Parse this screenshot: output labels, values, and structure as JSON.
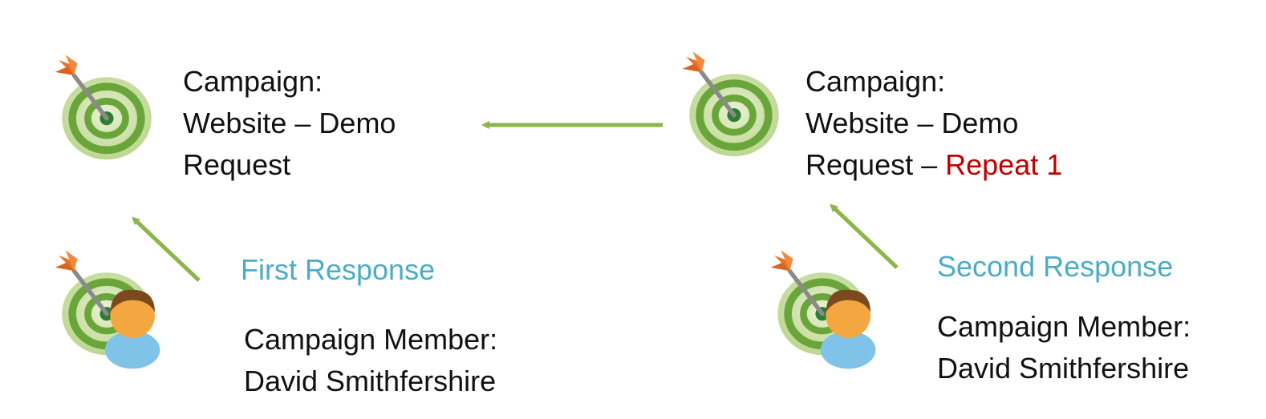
{
  "campaign_left": {
    "line1": "Campaign:",
    "line2": "Website – Demo",
    "line3": "Request"
  },
  "campaign_right": {
    "line1": "Campaign:",
    "line2": "Website – Demo",
    "line3_prefix": "Request – ",
    "line3_highlight": "Repeat 1"
  },
  "response_left": {
    "label": "First Response",
    "member_line1": "Campaign Member:",
    "member_line2": "David Smithfershire"
  },
  "response_right": {
    "label": "Second Response",
    "member_line1": "Campaign Member:",
    "member_line2": "David Smithfershire"
  },
  "colors": {
    "arrow": "#8db548",
    "response_label": "#4bacc6",
    "highlight": "#c00000"
  },
  "icons": {
    "campaign": "target-arrow-icon",
    "member": "campaign-member-icon"
  }
}
